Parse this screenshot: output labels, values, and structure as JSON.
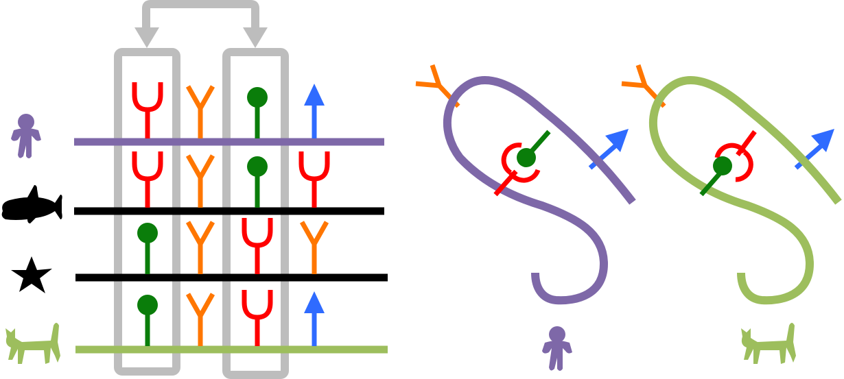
{
  "colors": {
    "background": "#ffffff",
    "frame_gray": "#bdbdbd",
    "purple": "#7e68a8",
    "black": "#000000",
    "lime": "#9dbe5d",
    "red": "#ff0000",
    "orange": "#ff7600",
    "green": "#0a7d0a",
    "blue": "#2f6bff"
  },
  "organisms": [
    {
      "id": "person",
      "icon": "person-icon",
      "line_color": "purple"
    },
    {
      "id": "shark",
      "icon": "shark-icon",
      "line_color": "black"
    },
    {
      "id": "starfish",
      "icon": "starfish-icon",
      "line_color": "black"
    },
    {
      "id": "cat",
      "icon": "cat-icon",
      "line_color": "lime"
    }
  ],
  "grid": {
    "rows": [
      [
        "cup",
        "y",
        "ball",
        "arrow"
      ],
      [
        "cup",
        "y",
        "ball",
        "cup"
      ],
      [
        "ball",
        "y",
        "cup",
        "y"
      ],
      [
        "ball",
        "y",
        "cup",
        "arrow"
      ]
    ],
    "swapped_columns": [
      1,
      3
    ]
  },
  "folded_proteins": [
    {
      "organism": "person",
      "strand_color": "purple",
      "icon": "person-icon"
    },
    {
      "organism": "cat",
      "strand_color": "lime",
      "icon": "cat-icon"
    }
  ]
}
